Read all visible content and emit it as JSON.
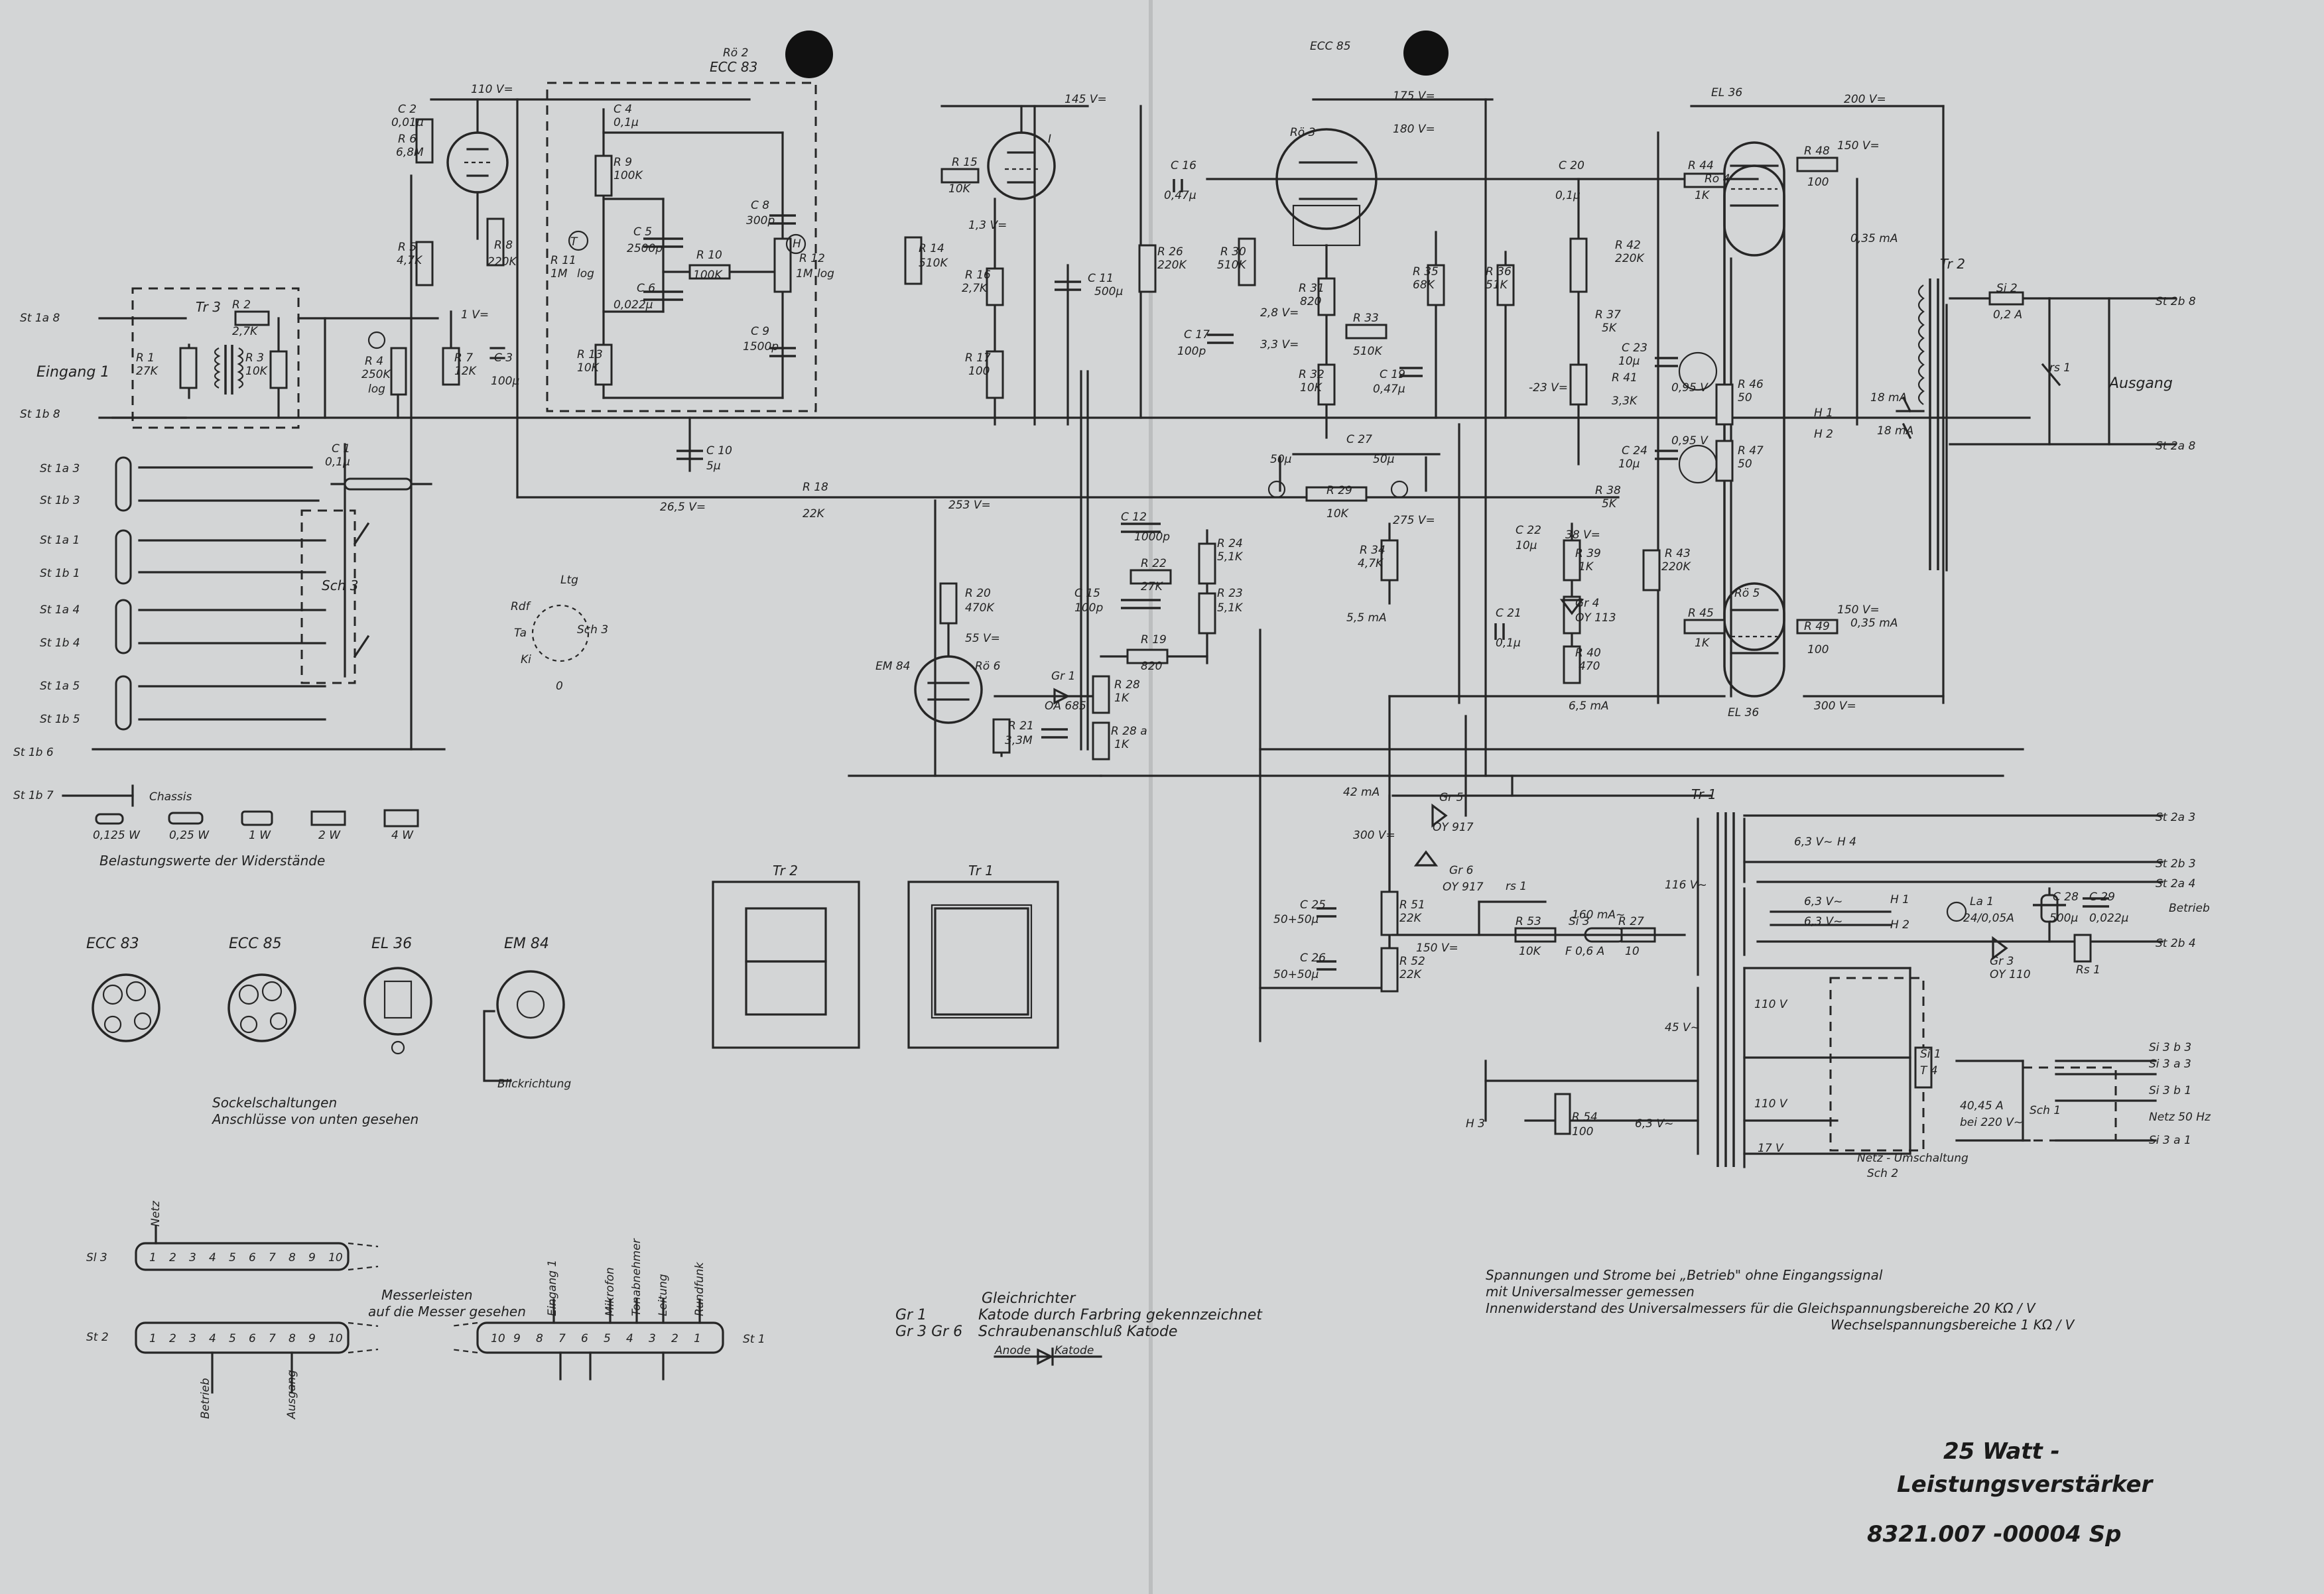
{
  "title": {
    "line1": "25 Watt -",
    "line2": "Leistungsverstärker",
    "number": "8321.007 -00004 Sp"
  },
  "notes": {
    "l1": "Spannungen und Strome bei „Betrieb\" ohne Eingangssignal",
    "l2": "mit Universalmesser gemessen",
    "l3": "Innenwiderstand des Universalmessers für die Gleichspannungsbereiche  20 KΩ / V",
    "l4": "Wechselspannungsbereiche  1 KΩ / V"
  },
  "rectifier": {
    "heading": "Gleichrichter",
    "r1a": "Gr 1",
    "r1b": "Katode durch Farbring gekennzeichnet",
    "r2a": "Gr 3  Gr 6",
    "r2b": "Schraubenanschluß Katode",
    "anode": "Anode",
    "katode": "Katode"
  },
  "sockets": {
    "t1": "ECC 83",
    "t2": "ECC 85",
    "t3": "EL 36",
    "t4": "EM 84",
    "caption1": "Sockelschaltungen",
    "caption2": "Anschlüsse von unten gesehen",
    "blick": "Blickrichtung"
  },
  "load": {
    "chassis": "Chassis",
    "w1": "0,125 W",
    "w2": "0,25 W",
    "w3": "1 W",
    "w4": "2 W",
    "w5": "4 W",
    "caption": "Belastungswerte der Widerstände"
  },
  "connectors": {
    "inputs": [
      "St 1a 3",
      "St 1b 3",
      "St 1a 1",
      "St 1b 1",
      "St 1a 4",
      "St 1b 4",
      "St 1a 5",
      "St 1b 5",
      "St 1b 6",
      "St 1b 7"
    ],
    "st1a8": "St 1a 8",
    "st1b8": "St 1b 8",
    "eingang": "Eingang 1",
    "st2b8": "St 2b 8",
    "st2a8": "St 2a 8",
    "ausgang": "Ausgang",
    "st2a3": "St 2a 3",
    "st2b3": "St 2b 3",
    "st2a4": "St 2a 4",
    "st2b4": "St 2b 4",
    "si3b3": "Si 3 b 3",
    "si3a3": "Si 3 a 3",
    "si3b1": "Si 3 b 1",
    "si3a1": "Si 3 a 1",
    "netz": "Netz 50 Hz",
    "betrieb": "Betrieb"
  },
  "tubes": {
    "ecc83": "ECC 83",
    "rob": "Rö 2",
    "ecc85": "ECC 85",
    "ro3": "Rö 3",
    "el36a": "EL 36",
    "ro4": "Rö 4",
    "el36b": "EL 36",
    "ro5": "Rö 5",
    "em84": "EM 84",
    "ro6": "Rö 6",
    "ro1": "I"
  },
  "volts": {
    "v110": "110 V=",
    "v145": "145 V=",
    "v175": "175 V=",
    "v180": "180 V=",
    "v200": "200 V=",
    "v150a": "150 V=",
    "v150b": "150 V=",
    "v300": "300 V=",
    "v300b": "300 V=",
    "v265": "26,5 V=",
    "v253": "253 V=",
    "v275": "275 V=",
    "v1v": "1 V=",
    "v13": "1,3 V=",
    "v28": "2,8 V=",
    "v33": "3,3 V=",
    "v23": "-23 V=",
    "v38": "38 V=",
    "v55": "55 V=",
    "v095a": "0,95 V",
    "v095b": "0,95 V",
    "i035a": "0,35 mA",
    "i035b": "0,35 mA",
    "i55": "5,5 mA",
    "i65": "6,5 mA",
    "i42": "42 mA",
    "i18a": "18 mA",
    "i18b": "18 mA",
    "v150c": "150 V=",
    "i160": "160 mA~"
  },
  "parts": {
    "R1": "R 1",
    "R1v": "27K",
    "R2": "R 2",
    "R2v": "2,7K",
    "R3": "R 3",
    "R3v": "10K",
    "R4": "R 4",
    "R4v": "250K",
    "R4l": "log",
    "R5": "R 5",
    "R5v": "4,7K",
    "R6": "R 6",
    "R6v": "6,8M",
    "R7": "R 7",
    "R7v": "12K",
    "R8": "R 8",
    "R8v": "220K",
    "R9": "R 9",
    "R9v": "100K",
    "R10": "R 10",
    "R10v": "100K",
    "R11": "R 11",
    "R11v": "1M",
    "R11l": "log",
    "R12": "R 12",
    "R12v": "1M",
    "R12l": "log",
    "R13": "R 13",
    "R13v": "10K",
    "R14": "R 14",
    "R14v": "510K",
    "R15": "R 15",
    "R15v": "10K",
    "R16": "R 16",
    "R16v": "2,7K",
    "R17": "R 17",
    "R17v": "100",
    "R18": "R 18",
    "R18v": "22K",
    "R20": "R 20",
    "R20v": "470K",
    "R21": "R 21",
    "R21v": "3,3M",
    "R22": "R 22",
    "R22v": "27K",
    "R23": "R 23",
    "R23v": "5,1K",
    "R24": "R 24",
    "R24v": "5,1K",
    "R26": "R 26",
    "R26v": "220K",
    "R28": "R 28",
    "R28v": "1K",
    "R28a": "R 28 a",
    "R28av": "1K",
    "R29": "R 29",
    "R29v": "10K",
    "R30": "R 30",
    "R30v": "510K",
    "R31": "R 31",
    "R31v": "820",
    "R32": "R 32",
    "R32v": "10K",
    "R33": "R 33",
    "R33v": "510K",
    "R34": "R 34",
    "R34v": "4,7K",
    "R35": "R 35",
    "R35v": "68K",
    "R36": "R 36",
    "R36v": "51K",
    "R37": "R 37",
    "R37v": "5K",
    "R38": "R 38",
    "R38v": "5K",
    "R39": "R 39",
    "R39v": "1K",
    "R40": "R 40",
    "R40v": "470",
    "R41": "R 41",
    "R41v": "3,3K",
    "R42": "R 42",
    "R42v": "220K",
    "R43": "R 43",
    "R43v": "220K",
    "R44": "R 44",
    "R44v": "1K",
    "R45": "R 45",
    "R45v": "1K",
    "R46": "R 46",
    "R46v": "50",
    "R47": "R 47",
    "R47v": "50",
    "R48": "R 48",
    "R48v": "100",
    "R49": "R 49",
    "R49v": "100",
    "R51": "R 51",
    "R51v": "22K",
    "R52": "R 52",
    "R52v": "22K",
    "R53": "R 53",
    "R53v": "10K",
    "R54": "R 54",
    "R54v": "100",
    "R19": "R 19",
    "R19v": "820",
    "R27": "R 27",
    "R27v": "10",
    "C1": "C 1",
    "C1v": "0,1µ",
    "C2": "C 2",
    "C2v": "0,01µ",
    "C3": "C 3",
    "C3v": "100µ",
    "C4": "C 4",
    "C4v": "0,1µ",
    "C5": "C 5",
    "C5v": "2500p",
    "C6": "C 6",
    "C6v": "0,022µ",
    "C8": "C 8",
    "C8v": "300p",
    "C9": "C 9",
    "C9v": "1500p",
    "C10": "C 10",
    "C10v": "5µ",
    "C11": "C 11",
    "C11v": "500µ",
    "C12": "C 12",
    "C12v": "1000p",
    "C15": "C 15",
    "C15v": "100p",
    "C16": "C 16",
    "C16v": "0,47µ",
    "C17": "C 17",
    "C17v": "100p",
    "C19": "C 19",
    "C19v": "0,47µ",
    "C20": "C 20",
    "C20v": "0,1µ",
    "C21": "C 21",
    "C21v": "0,1µ",
    "C22": "C 22",
    "C22v": "10µ",
    "C23": "C 23",
    "C23v": "10µ",
    "C24": "C 24",
    "C24v": "10µ",
    "C25": "C 25",
    "C25v": "50+50µ",
    "C26": "C 26",
    "C26v": "50+50µ",
    "C27": "C 27",
    "C27a": "50µ",
    "C27b": "50µ",
    "C28": "C 28",
    "C28v": "500µ",
    "C29": "C 29",
    "C29v": "0,022µ",
    "Gr1": "Gr 1",
    "Gr1v": "OA 685",
    "Gr3": "Gr 3",
    "Gr3v": "OY 110",
    "Gr4": "Gr 4",
    "Gr4v": "OY 113",
    "Gr5": "Gr 5",
    "Gr5v": "OY 917",
    "Gr6": "Gr 6",
    "Gr6v": "OY 917",
    "Tr1": "Tr 1",
    "Tr2": "Tr 2",
    "Tr3": "Tr 3",
    "Sch3": "Sch 3",
    "Sch1": "Sch 1",
    "Si1": "Si 1",
    "Si1v": "T 4",
    "Si2": "Si 2",
    "Si2v": "0,2 A",
    "Si3": "Si 3",
    "Si3v": "F 0,6 A",
    "Rs1": "Rs 1",
    "rs1": "rs 1",
    "rs1b": "rs 1",
    "La1": "La 1",
    "La1v": "24/0,05A",
    "H1": "H 1",
    "H2": "H 2",
    "H3": "H 3",
    "H4": "H 4",
    "fuse2": "40,45 A",
    "fuse2b": "bei 220 V~",
    "netzum": "Netz - Umschaltung",
    "sch2": "Sch 2",
    "v63a": "6,3 V~",
    "v63b": "6,3 V~",
    "v63c": "6,3 V~",
    "v63d": "6,3 V~",
    "v116": "116 V~",
    "v45": "45 V~",
    "v110a": "110 V",
    "v110b": "110 V",
    "v17": "17 V",
    "T": "T",
    "Hh": "H",
    "ltg": "Ltg",
    "rdf": "Rdf",
    "ta": "Ta",
    "ki": "Ki",
    "sch3b": "Sch 3",
    "zero": "0"
  },
  "messer": {
    "caption1": "Messerleisten",
    "caption2": "auf die Messer gesehen",
    "netz": "Netz",
    "sl3": "Sl 3",
    "sl2": "St 2",
    "sl1": "St 1",
    "betrieb": "Betrieb",
    "ausgang": "Ausgang",
    "top": [
      "Eingang 1",
      "Mikrofon",
      "Tonabnehmer",
      "Leitung",
      "Rundfunk"
    ],
    "pins10": [
      "1",
      "2",
      "3",
      "4",
      "5",
      "6",
      "7",
      "8",
      "9",
      "10"
    ],
    "pinsRev": [
      "10",
      "9",
      "8",
      "7",
      "6",
      "5",
      "4",
      "3",
      "2",
      "1"
    ]
  },
  "trafos": {
    "tr2": "Tr 2",
    "tr1": "Tr 1"
  }
}
